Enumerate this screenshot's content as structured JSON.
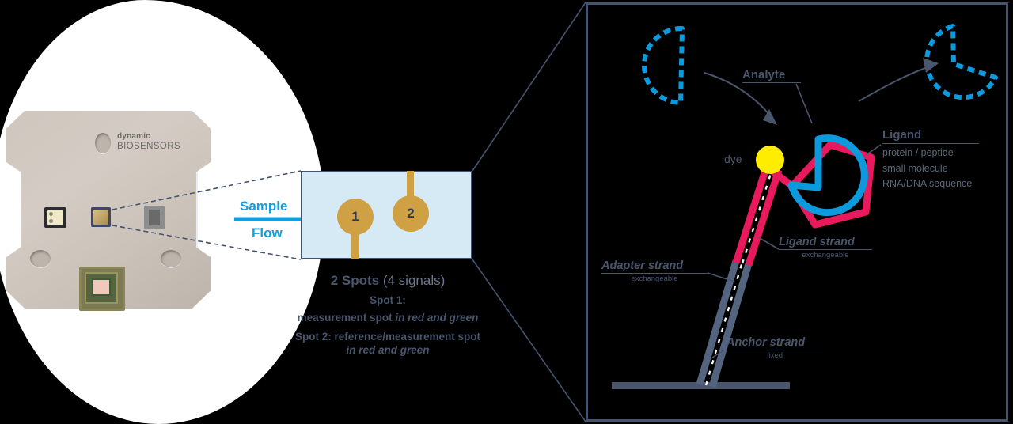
{
  "chip": {
    "brand_line1": "dynamic",
    "brand_line2": "BIOSENSORS"
  },
  "flow": {
    "sample_label": "Sample",
    "flow_label": "Flow",
    "spot1_number": "1",
    "spot2_number": "2"
  },
  "caption": {
    "title_bold": "2 Spots",
    "title_rest": " (4 signals)",
    "spot1_line1": "Spot 1:",
    "spot1_line2_plain": "measurement spot ",
    "spot1_line2_italic": "in red and green",
    "spot2_line1": "Spot 2: reference/measurement spot",
    "spot2_line2_italic": "in red and green"
  },
  "panel": {
    "analyte_label": "Analyte",
    "dye_label": "dye",
    "ligand_title": "Ligand",
    "ligand_items": [
      "protein / peptide",
      "small molecule",
      "RNA/DNA sequence"
    ],
    "ligand_strand_title": "Ligand strand",
    "ligand_strand_sub": "exchangeable",
    "adapter_strand_title": "Adapter strand",
    "adapter_strand_sub": "exchangeable",
    "anchor_strand_title": "Anchor strand",
    "anchor_strand_sub": "fixed"
  },
  "colors": {
    "slate": "#49566c",
    "border_slate": "#44546e",
    "cyan": "#10a0e0",
    "analyte_blue": "#0b9ade",
    "ligand_pink": "#e8195c",
    "dye_yellow": "#ffed00",
    "spot_gold": "#cfa144",
    "flowcell_fill": "#d6eaf5"
  }
}
